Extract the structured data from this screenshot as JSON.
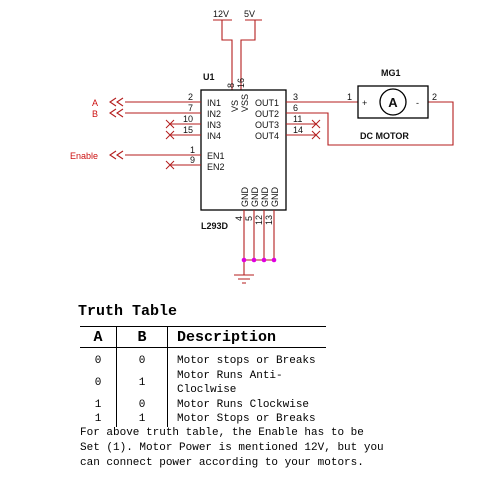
{
  "schematic": {
    "power": {
      "v12": "12V",
      "v5": "5V"
    },
    "ic": {
      "ref": "U1",
      "part": "L293D",
      "left_pins": [
        {
          "num": "2",
          "name": "IN1"
        },
        {
          "num": "7",
          "name": "IN2"
        },
        {
          "num": "10",
          "name": "IN3"
        },
        {
          "num": "15",
          "name": "IN4"
        },
        {
          "num": "1",
          "name": "EN1"
        },
        {
          "num": "9",
          "name": "EN2"
        }
      ],
      "right_pins": [
        {
          "num": "3",
          "name": "OUT1"
        },
        {
          "num": "6",
          "name": "OUT2"
        },
        {
          "num": "11",
          "name": "OUT3"
        },
        {
          "num": "14",
          "name": "OUT4"
        }
      ],
      "top_pins": [
        {
          "num": "8",
          "name": "VS"
        },
        {
          "num": "16",
          "name": "VSS"
        }
      ],
      "bottom_pins": [
        {
          "num": "4",
          "name": "GND"
        },
        {
          "num": "5",
          "name": "GND"
        },
        {
          "num": "12",
          "name": "GND"
        },
        {
          "num": "13",
          "name": "GND"
        }
      ]
    },
    "motor": {
      "ref": "MG1",
      "name": "DC MOTOR",
      "symbol": "A",
      "plus": "+",
      "minus": "-",
      "pin1": "1",
      "pin2": "2"
    },
    "nets": {
      "a": "A",
      "b": "B",
      "enable": "Enable"
    },
    "colors": {
      "wire": "#b41e1e",
      "label": "#cc1111",
      "junction": "#e000e0",
      "body": "#000000"
    }
  },
  "truth_table": {
    "title": "Truth Table",
    "headers": [
      "A",
      "B",
      "Description"
    ],
    "rows": [
      [
        "0",
        "0",
        "Motor stops or Breaks"
      ],
      [
        "0",
        "1",
        "Motor Runs Anti-Cloclwise"
      ],
      [
        "1",
        "0",
        "Motor Runs Clockwise"
      ],
      [
        "1",
        "1",
        "Motor Stops or Breaks"
      ]
    ],
    "note_lines": [
      "For above truth table, the Enable has to be",
      "Set (1). Motor Power is mentioned 12V, but you",
      "can connect power according to your motors."
    ]
  }
}
